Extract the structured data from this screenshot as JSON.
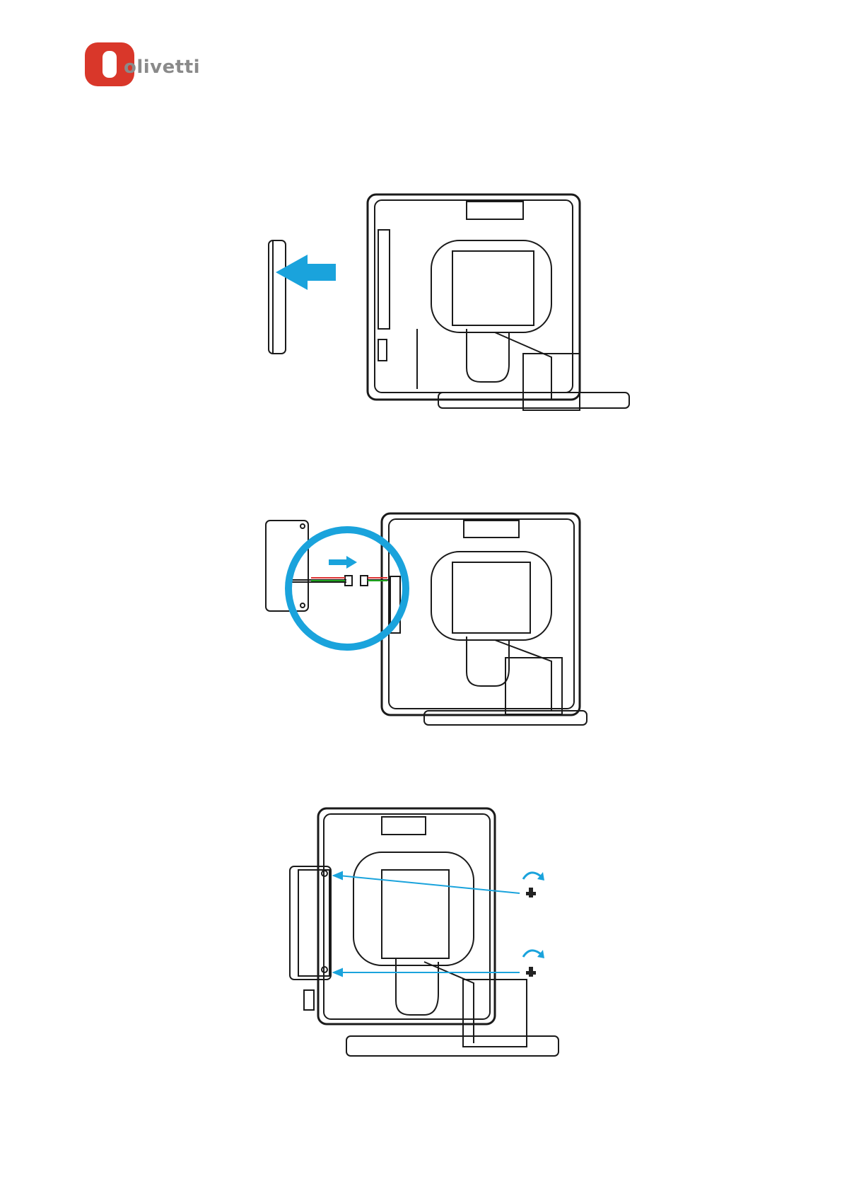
{
  "brand": {
    "name": "olivetti",
    "colors": {
      "logo_red": "#d9372a",
      "logo_grey": "#8a8a8a",
      "arrow_blue": "#1aa3dc",
      "line": "#1a1a1a"
    }
  },
  "figures": [
    {
      "id": "fig1",
      "icon": "arrow-left-icon"
    },
    {
      "id": "fig2",
      "icon": "arrow-right-icon"
    },
    {
      "id": "fig3",
      "icon": "rotate-screw-icon"
    }
  ]
}
